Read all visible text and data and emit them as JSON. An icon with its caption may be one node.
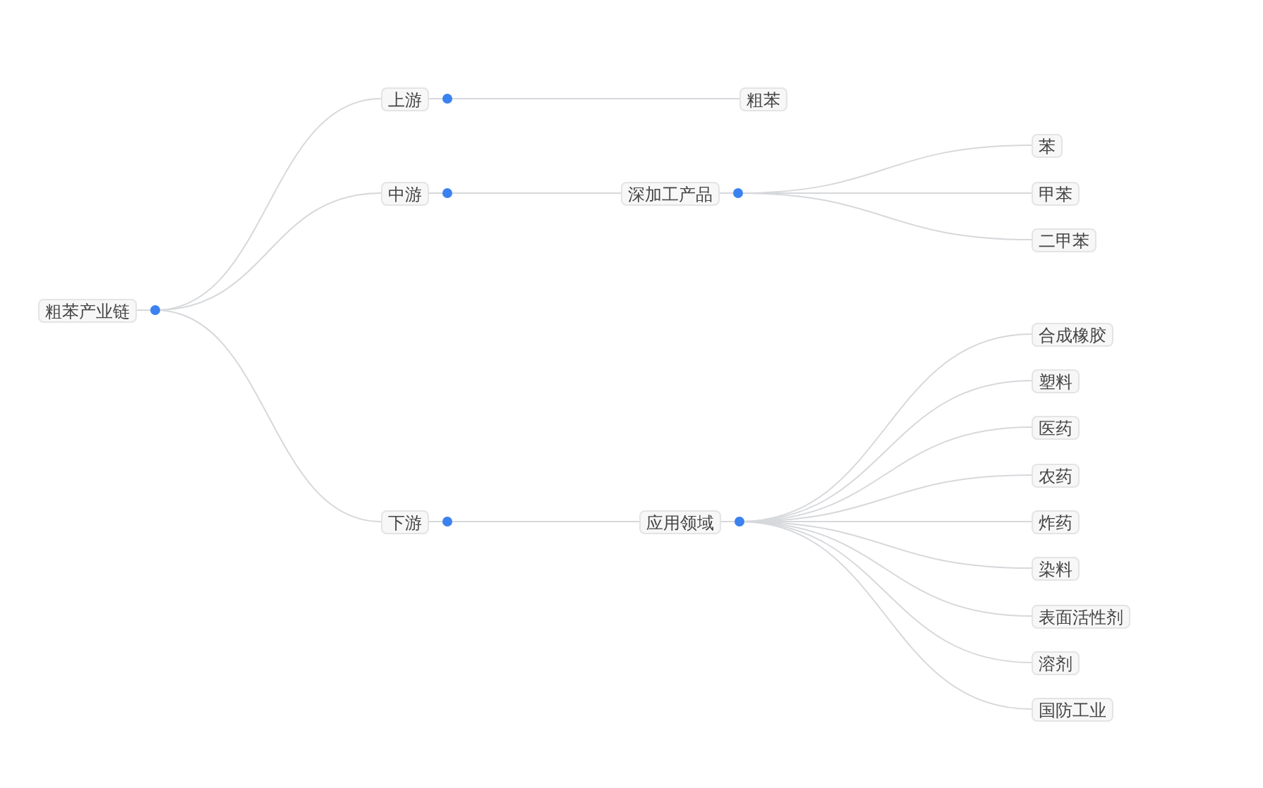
{
  "diagram": {
    "nodes": [
      {
        "text": [
          "粗苯产业链"
        ]
      },
      {
        "text": [
          "上游"
        ]
      },
      {
        "text": [
          "中游"
        ]
      },
      {
        "text": [
          "下游"
        ]
      },
      {
        "text": [
          "粗苯"
        ]
      },
      {
        "text": [
          "深加工产品"
        ]
      },
      {
        "text": [
          "苯"
        ]
      },
      {
        "text": [
          "甲苯"
        ]
      },
      {
        "text": [
          "二甲苯"
        ]
      },
      {
        "text": [
          "应用领域"
        ]
      },
      {
        "text": [
          "合成橡胶"
        ]
      },
      {
        "text": [
          "塑料"
        ]
      },
      {
        "text": [
          "医药"
        ]
      },
      {
        "text": [
          "农药"
        ]
      },
      {
        "text": [
          "炸药"
        ]
      },
      {
        "text": [
          "染料"
        ]
      },
      {
        "text": [
          "表面活性剂"
        ]
      },
      {
        "text": [
          "溶剂"
        ]
      },
      {
        "text": [
          "国防工业"
        ]
      }
    ],
    "edges": [
      {
        "from": 0,
        "to": 1,
        "arrow": "none"
      },
      {
        "from": 0,
        "to": 2,
        "arrow": "none"
      },
      {
        "from": 0,
        "to": 3,
        "arrow": "none"
      },
      {
        "from": 1,
        "to": 4,
        "arrow": "none"
      },
      {
        "from": 2,
        "to": 5,
        "arrow": "none"
      },
      {
        "from": 3,
        "to": 9,
        "arrow": "none"
      },
      {
        "from": 5,
        "to": 6,
        "arrow": "none"
      },
      {
        "from": 5,
        "to": 7,
        "arrow": "none"
      },
      {
        "from": 5,
        "to": 8,
        "arrow": "none"
      },
      {
        "from": 9,
        "to": 10,
        "arrow": "none"
      },
      {
        "from": 9,
        "to": 11,
        "arrow": "none"
      },
      {
        "from": 9,
        "to": 12,
        "arrow": "none"
      },
      {
        "from": 9,
        "to": 13,
        "arrow": "none"
      },
      {
        "from": 9,
        "to": 14,
        "arrow": "none"
      },
      {
        "from": 9,
        "to": 15,
        "arrow": "none"
      },
      {
        "from": 9,
        "to": 16,
        "arrow": "none"
      },
      {
        "from": 9,
        "to": 17,
        "arrow": "none"
      },
      {
        "from": 9,
        "to": 18,
        "arrow": "none"
      }
    ]
  }
}
